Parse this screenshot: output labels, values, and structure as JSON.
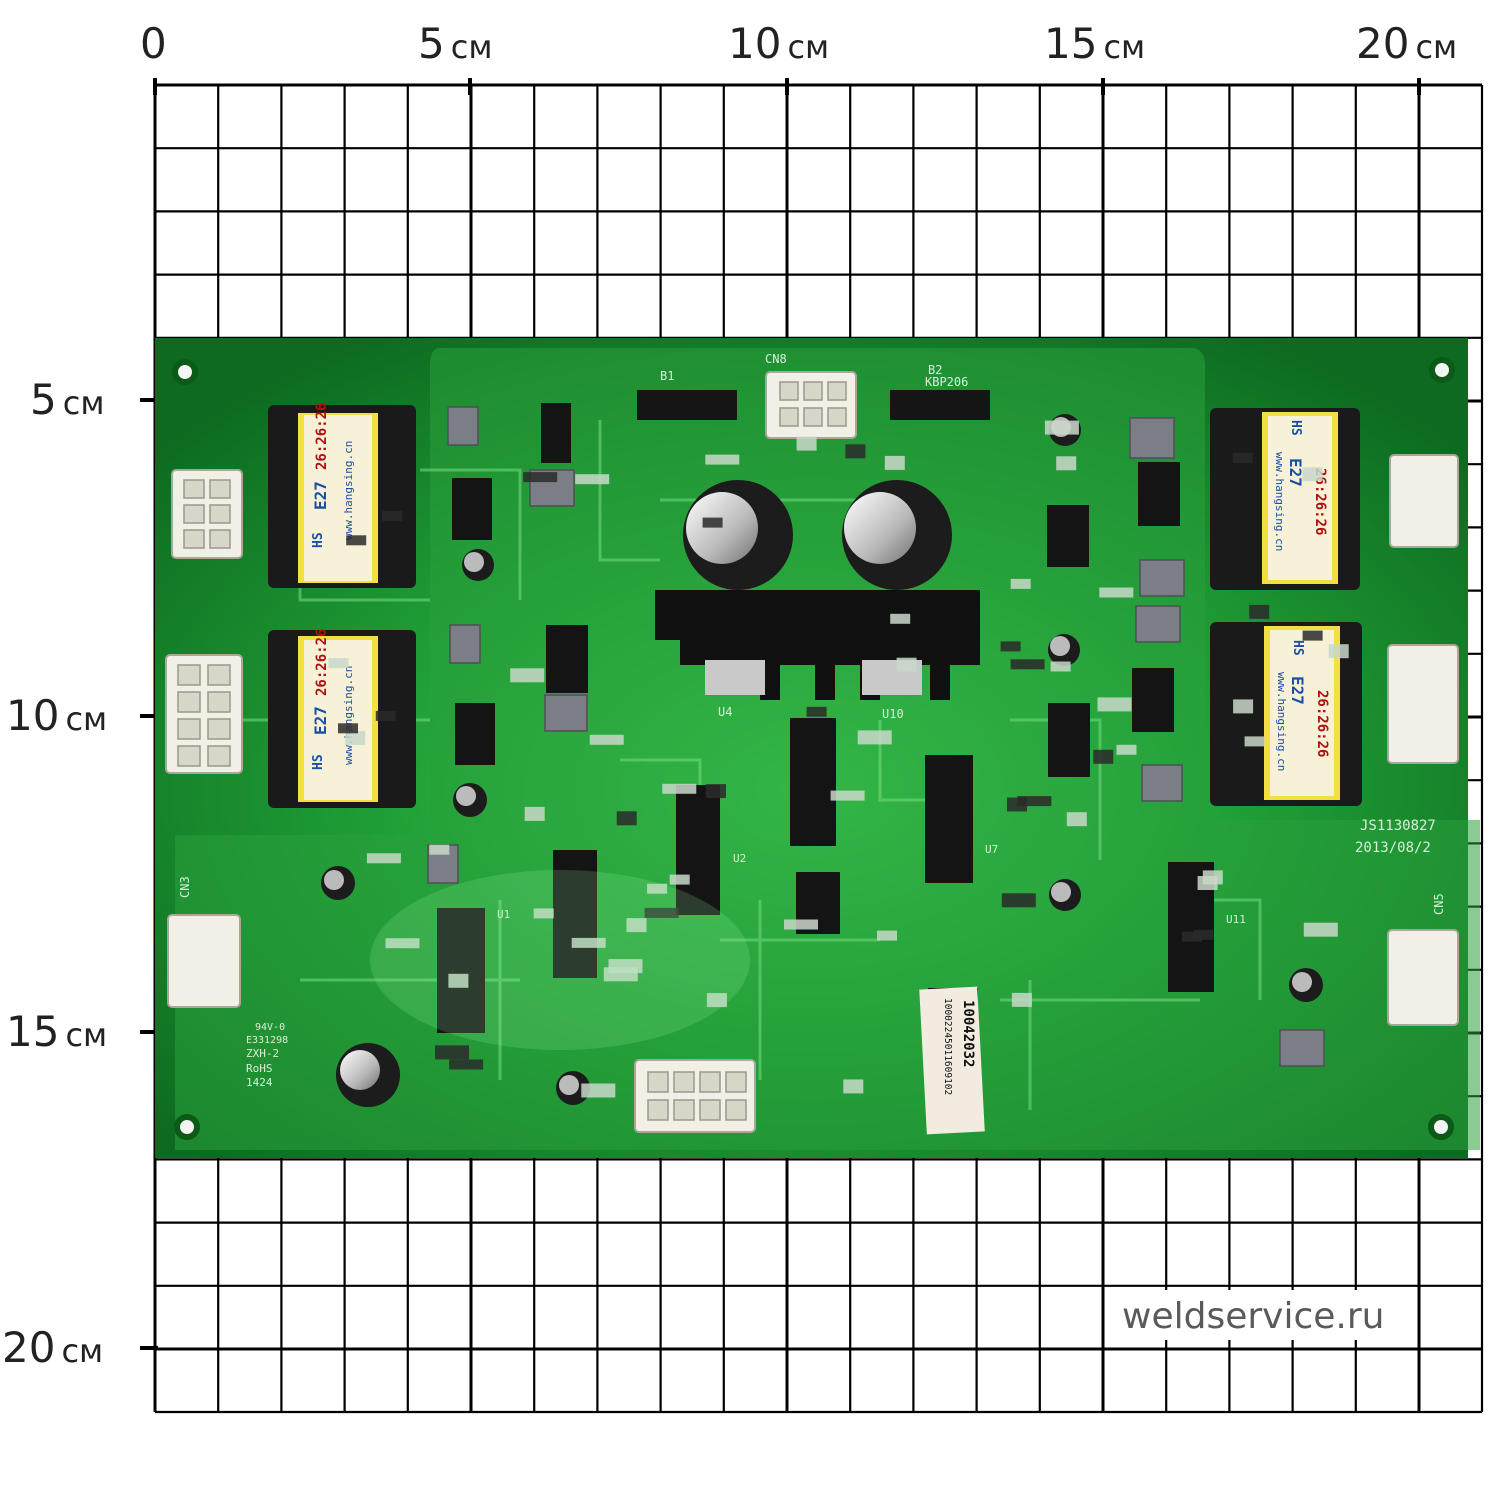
{
  "ruler": {
    "top": [
      {
        "num": "0",
        "unit": ""
      },
      {
        "num": "5",
        "unit": "см"
      },
      {
        "num": "10",
        "unit": "см"
      },
      {
        "num": "15",
        "unit": "см"
      },
      {
        "num": "20",
        "unit": "см"
      }
    ],
    "left": [
      {
        "num": "5",
        "unit": "см"
      },
      {
        "num": "10",
        "unit": "см"
      },
      {
        "num": "15",
        "unit": "см"
      },
      {
        "num": "20",
        "unit": "см"
      }
    ]
  },
  "board": {
    "connectors": [
      "CN8",
      "CN3",
      "CN5"
    ],
    "bridges": [
      "B1",
      "B2",
      "KBP206"
    ],
    "regulators": [
      "U4",
      "U10"
    ],
    "ics": [
      "U1",
      "U2",
      "U7",
      "U11"
    ],
    "transformer_label": {
      "model": "E27",
      "size": "26:26:26",
      "site": "www.hangsing.cn",
      "brand": "HS"
    },
    "marks": {
      "part_code": "JS1130827",
      "date": "2013/08/2",
      "serial_top": "10042032",
      "serial_bottom": "10002245011609102"
    },
    "board_small": [
      "94V-0",
      "E331298",
      "ZXH-2",
      "RoHS",
      "1424"
    ]
  },
  "watermark": "weldservice.ru"
}
